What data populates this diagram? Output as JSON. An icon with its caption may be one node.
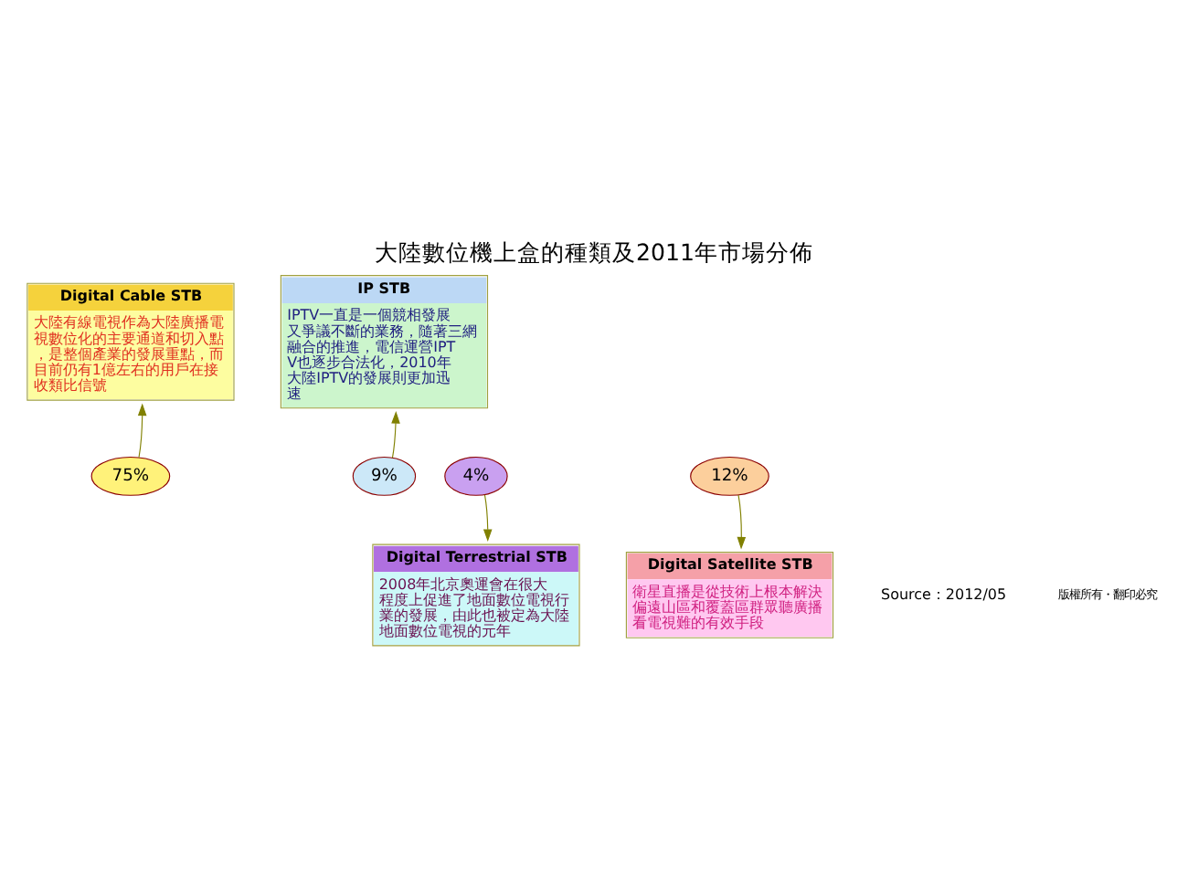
{
  "diagram": {
    "title": "大陸數位機上盒的種類及2011年市場分佈",
    "nodes": [
      {
        "text": [
          "Digital Cable STB",
          "大陸有線電視作為大陸廣播電視數位化的主要通道和切入點，是整個產業的發展重點，而目前仍有1億左右的用戶在接收類比信號"
        ]
      },
      {
        "text": [
          "IP STB",
          "IPTV一直是一個競相發展又爭議不斷的業務，隨著三網融合的推進，電信運營IPTV也逐步合法化，2010年大陸IPTV的發展則更加迅速"
        ]
      },
      {
        "text": [
          "75%"
        ]
      },
      {
        "text": [
          "9%"
        ]
      },
      {
        "text": [
          "4%"
        ]
      },
      {
        "text": [
          "12%"
        ]
      },
      {
        "text": [
          "Digital Satellite STB",
          "衛星直播是從技術上根本解決偏遠山區和覆蓋區群眾聽廣播看電視難的有效手段"
        ]
      },
      {
        "text": [
          "Digital Terrestrial STB",
          "2008年北京奧運會在很大程度上促進了地面數位電視行業的發展，由此也被定為大陸地面數位電視的元年"
        ]
      }
    ],
    "edges": [
      {
        "from": 2,
        "to": 0,
        "arrow": "to"
      },
      {
        "from": 3,
        "to": 1,
        "arrow": "to"
      },
      {
        "from": 5,
        "to": 6,
        "arrow": "to"
      },
      {
        "from": 4,
        "to": 7,
        "arrow": "to"
      }
    ],
    "labels": [
      "Source：2012/05",
      "版權所有・翻印必究"
    ]
  }
}
